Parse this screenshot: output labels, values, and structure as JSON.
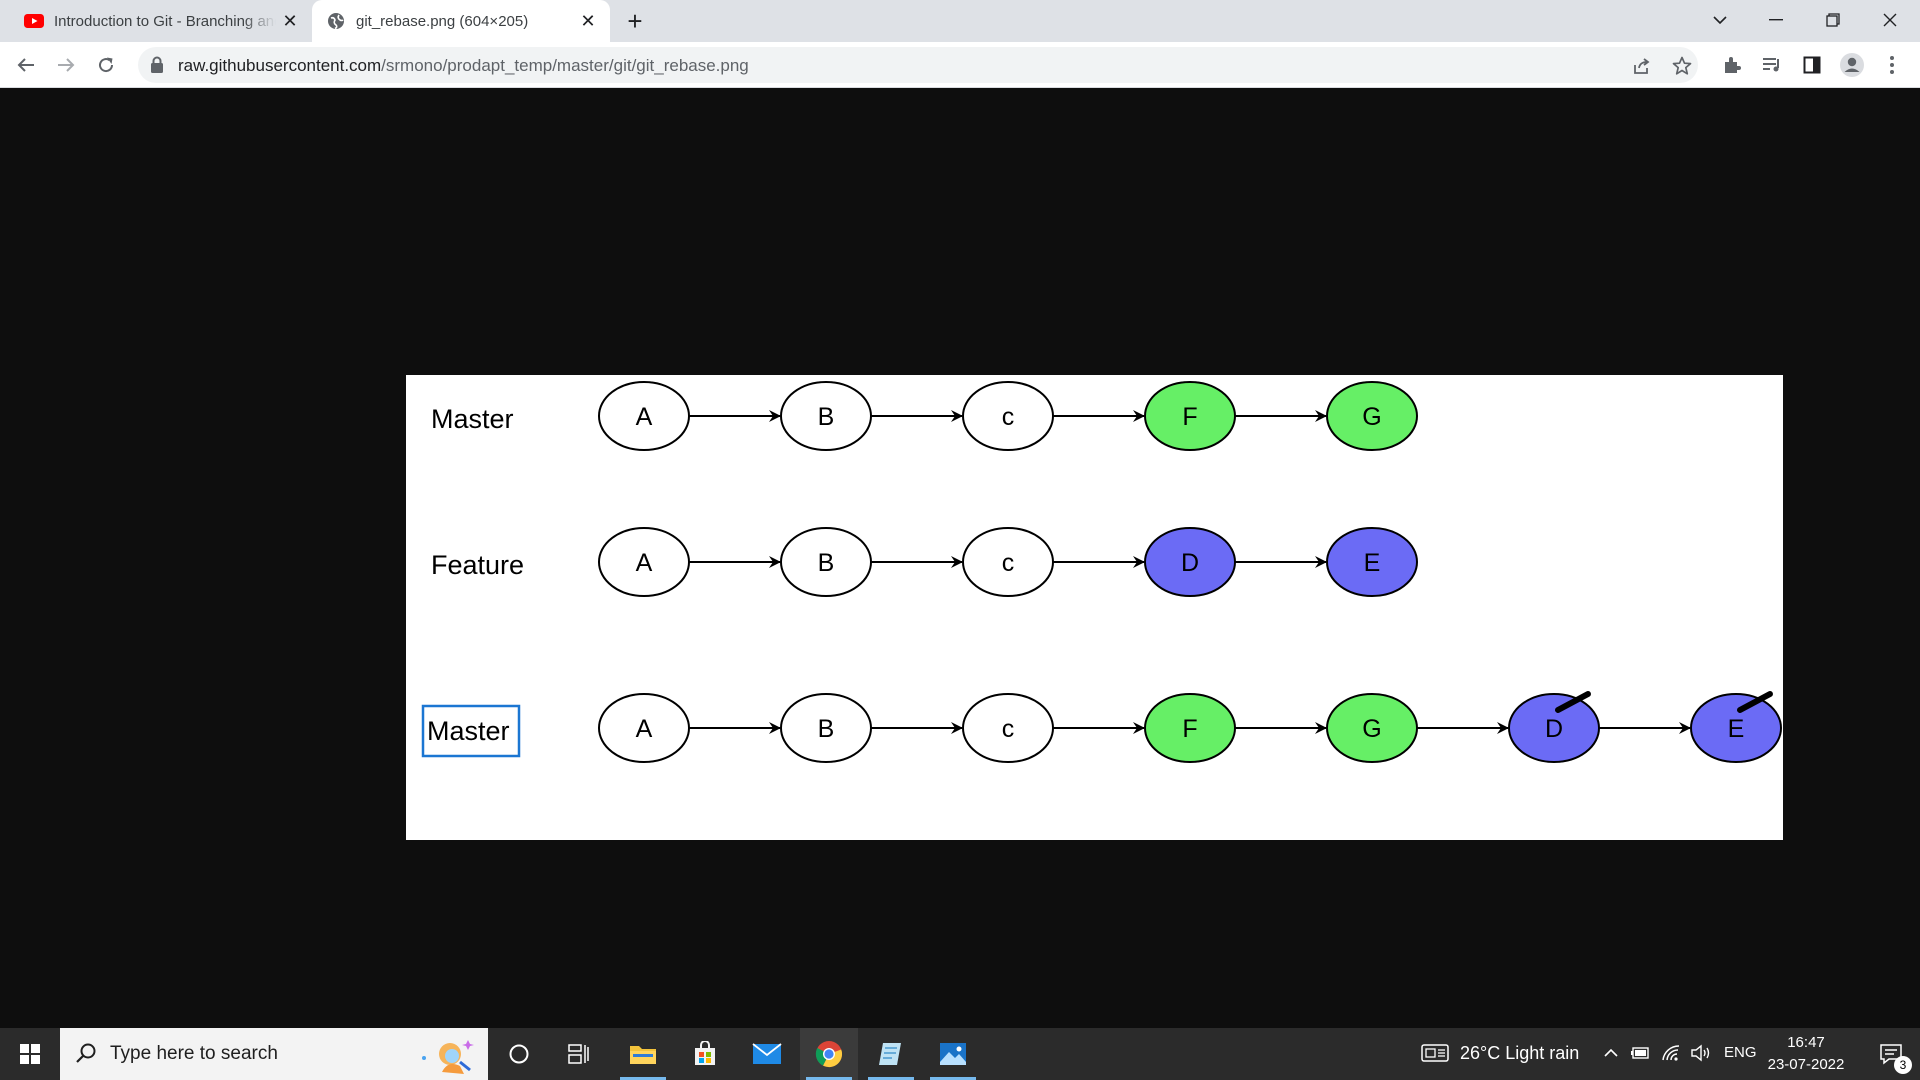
{
  "browser": {
    "tabs": [
      {
        "title": "Introduction to Git - Branching and Merging",
        "favicon": "youtube-icon",
        "active": false
      },
      {
        "title": "git_rebase.png (604×205)",
        "favicon": "globe-icon",
        "active": true
      }
    ],
    "url_host": "raw.githubusercontent.com",
    "url_path": "/srmono/prodapt_temp/master/git/git_rebase.png"
  },
  "diagram": {
    "rows": [
      {
        "label": "Master",
        "highlighted": false,
        "commits": [
          {
            "id": "A",
            "color": "#ffffff"
          },
          {
            "id": "B",
            "color": "#ffffff"
          },
          {
            "id": "c",
            "color": "#ffffff"
          },
          {
            "id": "F",
            "color": "#66ef66"
          },
          {
            "id": "G",
            "color": "#66ef66"
          }
        ]
      },
      {
        "label": "Feature",
        "highlighted": false,
        "commits": [
          {
            "id": "A",
            "color": "#ffffff"
          },
          {
            "id": "B",
            "color": "#ffffff"
          },
          {
            "id": "c",
            "color": "#ffffff"
          },
          {
            "id": "D",
            "color": "#6b6bf5"
          },
          {
            "id": "E",
            "color": "#6b6bf5"
          }
        ]
      },
      {
        "label": "Master",
        "highlighted": true,
        "commits": [
          {
            "id": "A",
            "color": "#ffffff"
          },
          {
            "id": "B",
            "color": "#ffffff"
          },
          {
            "id": "c",
            "color": "#ffffff"
          },
          {
            "id": "F",
            "color": "#66ef66"
          },
          {
            "id": "G",
            "color": "#66ef66"
          },
          {
            "id": "D",
            "color": "#6b6bf5"
          },
          {
            "id": "E",
            "color": "#6b6bf5"
          }
        ]
      }
    ]
  },
  "taskbar": {
    "search_placeholder": "Type here to search",
    "weather": "26°C  Light rain",
    "language": "ENG",
    "time": "16:47",
    "date": "23-07-2022",
    "notification_count": "3"
  }
}
